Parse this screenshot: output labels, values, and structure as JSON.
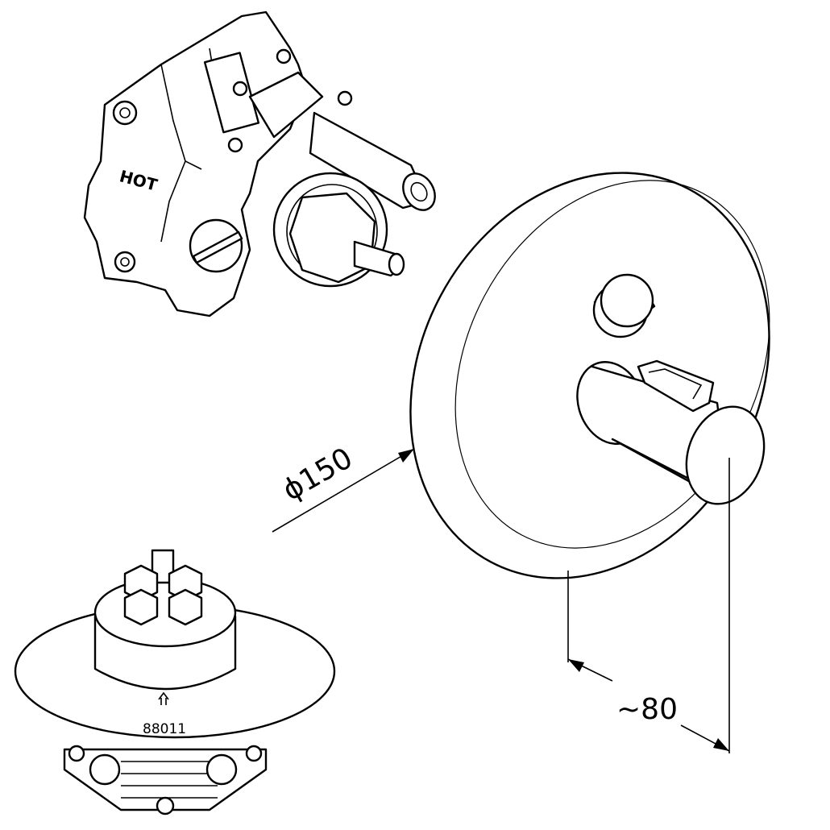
{
  "labels": {
    "hot_marking": "HOT",
    "diameter_dimension": "ϕ150",
    "depth_dimension": "~80",
    "part_number": "88011"
  },
  "colors": {
    "line": "#000000",
    "background": "#ffffff"
  }
}
